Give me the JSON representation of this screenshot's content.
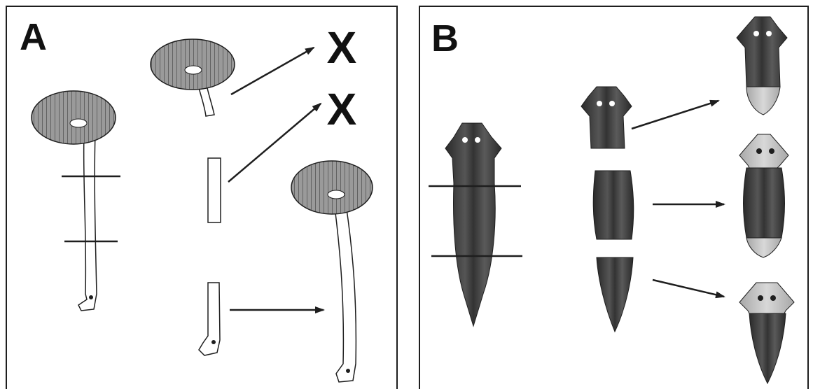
{
  "panels": [
    {
      "letter": "A",
      "subject": "stalked-organism-regeneration"
    },
    {
      "letter": "B",
      "subject": "flatworm-regeneration"
    }
  ],
  "marks": {
    "fail": "X"
  },
  "colors": {
    "outline": "#1e1e1e",
    "body_dark": "#3c3c3c",
    "body_mid": "#5a5a5a",
    "regrown_light": "#c9c9c9",
    "cap_fill": "#8a8a8a"
  }
}
